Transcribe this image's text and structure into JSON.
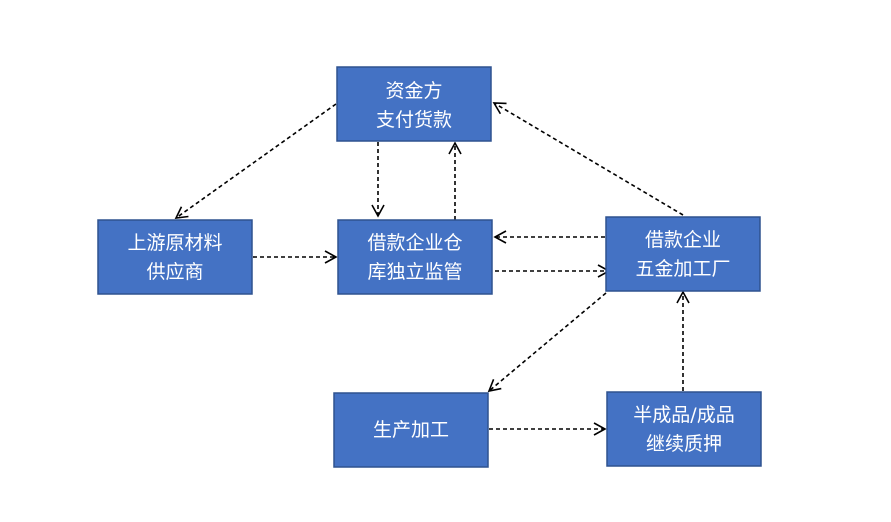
{
  "diagram": {
    "nodes": {
      "funder": {
        "line1": "资金方",
        "line2": "支付货款"
      },
      "supplier": {
        "line1": "上游原材料",
        "line2": "供应商"
      },
      "warehouse": {
        "line1": "借款企业仓",
        "line2": "库独立监管"
      },
      "factory": {
        "line1": "借款企业",
        "line2": "五金加工厂"
      },
      "production": {
        "line1": "生产加工"
      },
      "pledge": {
        "line1": "半成品/成品",
        "line2": "继续质押"
      }
    },
    "colors": {
      "box_fill": "#4472C4",
      "box_border": "#2F528F",
      "box_text": "#FFFFFF",
      "arrow": "#000000"
    }
  }
}
